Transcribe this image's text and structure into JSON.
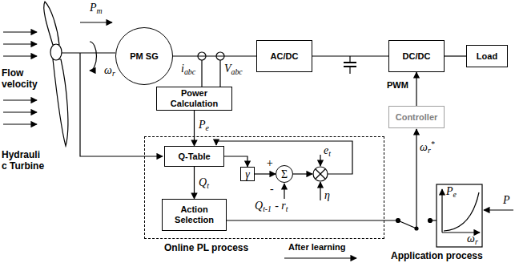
{
  "diagram": {
    "nodes": [
      {
        "text": [
          "PM SG"
        ]
      },
      {
        "text": [
          "AC/DC"
        ]
      },
      {
        "text": [
          "DC/DC"
        ]
      },
      {
        "text": [
          "Load"
        ]
      },
      {
        "text": [
          "Power Calculation"
        ]
      },
      {
        "text": [
          "Controller"
        ]
      },
      {
        "text": [
          "Online PL process"
        ]
      },
      {
        "text": [
          "Q-Table"
        ],
        "in": 6
      },
      {
        "text": [
          "γ"
        ],
        "in": 6
      },
      {
        "text": [
          "Σ"
        ],
        "in": 6
      },
      {
        "text": [
          "Action Selection"
        ],
        "in": 6
      }
    ],
    "edges": [
      {
        "from": 0,
        "to": 1,
        "arrow": "none"
      },
      {
        "from": 1,
        "to": 2,
        "arrow": "none"
      },
      {
        "from": 2,
        "to": 3,
        "arrow": "none"
      },
      {
        "from": 4,
        "to": 7,
        "arrow": "to"
      },
      {
        "from": 5,
        "to": 2,
        "arrow": "to",
        "label": "PWM"
      },
      {
        "from": 7,
        "to": 10,
        "arrow": "to"
      },
      {
        "from": 7,
        "to": 8,
        "arrow": "to"
      },
      {
        "from": 8,
        "to": 9,
        "arrow": "to"
      }
    ],
    "labels": [
      "Flow velocity",
      "P",
      "m",
      "ω",
      "r",
      "Hydrauli c Turbine",
      "i",
      "abc",
      "V",
      "abc",
      "P",
      "e",
      "Q",
      "t",
      "+",
      "-",
      "e",
      "t",
      "η",
      "Q",
      "t-1",
      "- r",
      "t",
      "ω",
      "r",
      "*",
      "After learning",
      "Application process",
      "P",
      "e",
      "ω",
      "r",
      "P"
    ]
  }
}
